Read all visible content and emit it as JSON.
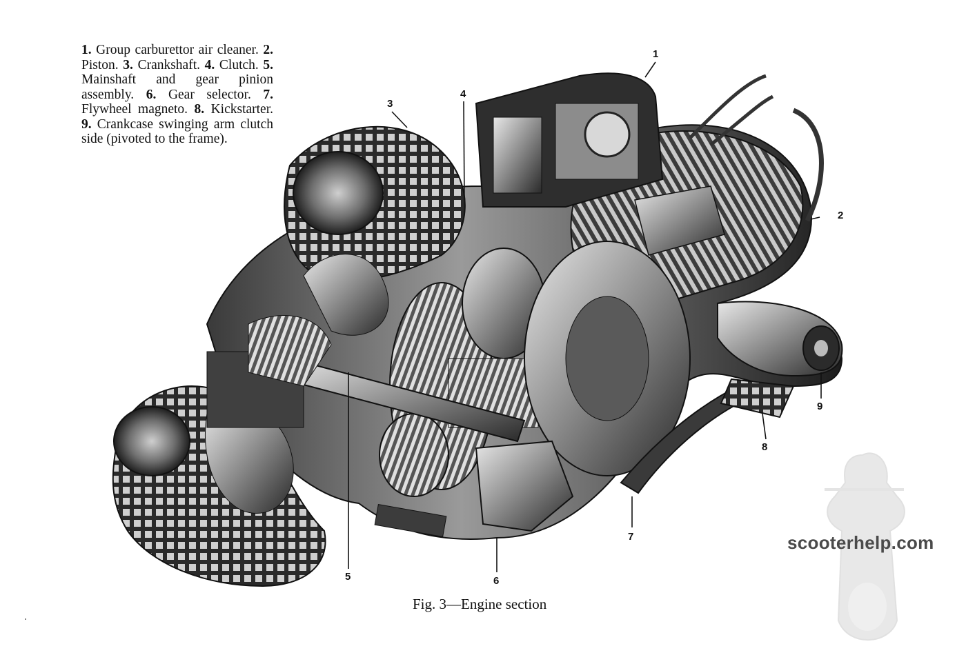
{
  "legend": {
    "items": [
      {
        "num": "1.",
        "text": "Group carburettor air cleaner."
      },
      {
        "num": "2.",
        "text": "Piston."
      },
      {
        "num": "3.",
        "text": "Crankshaft."
      },
      {
        "num": "4.",
        "text": "Clutch."
      },
      {
        "num": "5.",
        "text": "Mainshaft and gear pinion assembly."
      },
      {
        "num": "6.",
        "text": "Gear selector."
      },
      {
        "num": "7.",
        "text": "Flywheel magneto."
      },
      {
        "num": "8.",
        "text": "Kickstarter."
      },
      {
        "num": "9.",
        "text": "Crankcase swinging arm clutch side (pivoted to the frame)."
      }
    ]
  },
  "callouts": {
    "c1": "1",
    "c2": "2",
    "c3": "3",
    "c4": "4",
    "c5": "5",
    "c6": "6",
    "c7": "7",
    "c8": "8",
    "c9": "9"
  },
  "caption": "Fig. 3—Engine section",
  "watermark": "scooterhelp.com",
  "colors": {
    "ink": "#111111",
    "metal_dark": "#2a2a2a",
    "metal_mid": "#7a7a7a",
    "metal_light": "#d6d6d6"
  }
}
